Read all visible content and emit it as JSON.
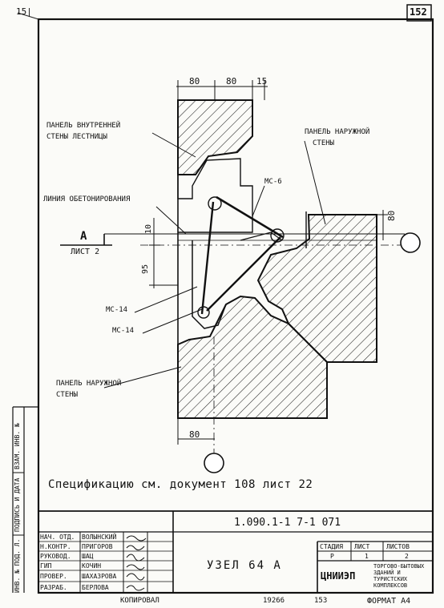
{
  "page_number": "152",
  "corner_mark": "15|",
  "dimensions": {
    "top": [
      "80",
      "80",
      "15"
    ],
    "right": "80",
    "left_upper": "10",
    "left_lower": "95",
    "bottom": "80"
  },
  "labels": {
    "inner_panel": [
      "ПАНЕЛЬ ВНУТРЕННЕЙ",
      "СТЕНЫ ЛЕСТНИЦЫ"
    ],
    "outer_panel_right": [
      "ПАНЕЛЬ НАРУЖНОЙ",
      "СТЕНЫ"
    ],
    "concrete_line": "ЛИНИЯ ОБЕТОНИРОВАНИЯ",
    "mc6": "МС-6",
    "mc14_a": "МС-14",
    "mc14_b": "МС-14",
    "outer_panel_left": [
      "ПАНЕЛЬ НАРУЖНОЙ",
      "СТЕНЫ"
    ],
    "section_letter": "А",
    "section_sheet": "ЛИСТ 2"
  },
  "specification_note": "Спецификацию см. документ 108 лист 22",
  "side_stamp": [
    "ИНВ. № ПОД. Л.",
    "ПОДПИСЬ И ДАТА",
    "ВЗАМ. ИНВ. №"
  ],
  "title_block": {
    "doc_code": "1.090.1-1 7-1 071",
    "title": "УЗЕЛ 64 А",
    "roles": [
      "НАЧ. ОТД.",
      "Н.КОНТР.",
      "РУКОВОД.",
      "ГИП",
      "ПРОВЕР.",
      "РАЗРАБ."
    ],
    "names": [
      "ВОЛЫНСКИЙ",
      "ПРИГОРОВ",
      "ШАЦ",
      "КОЧИН",
      "ШАХАЗРОВА",
      "БЕРЛОВА"
    ],
    "stage_header": "СТАДИЯ",
    "sheet_header": "ЛИСТ",
    "sheets_header": "ЛИСТОВ",
    "stage": "Р",
    "sheet": "1",
    "sheets": "2",
    "org": "ЦНИИЭП",
    "org_sub": "ТОРГОВО-БЫТОВЫХ ЗДАНИЙ И ТУРИСТСКИХ КОМПЛЕКСОВ"
  },
  "footer": {
    "copied": "КОПИРОВАЛ",
    "num1": "19266",
    "num2": "153",
    "format": "ФОРМАТ А4"
  }
}
